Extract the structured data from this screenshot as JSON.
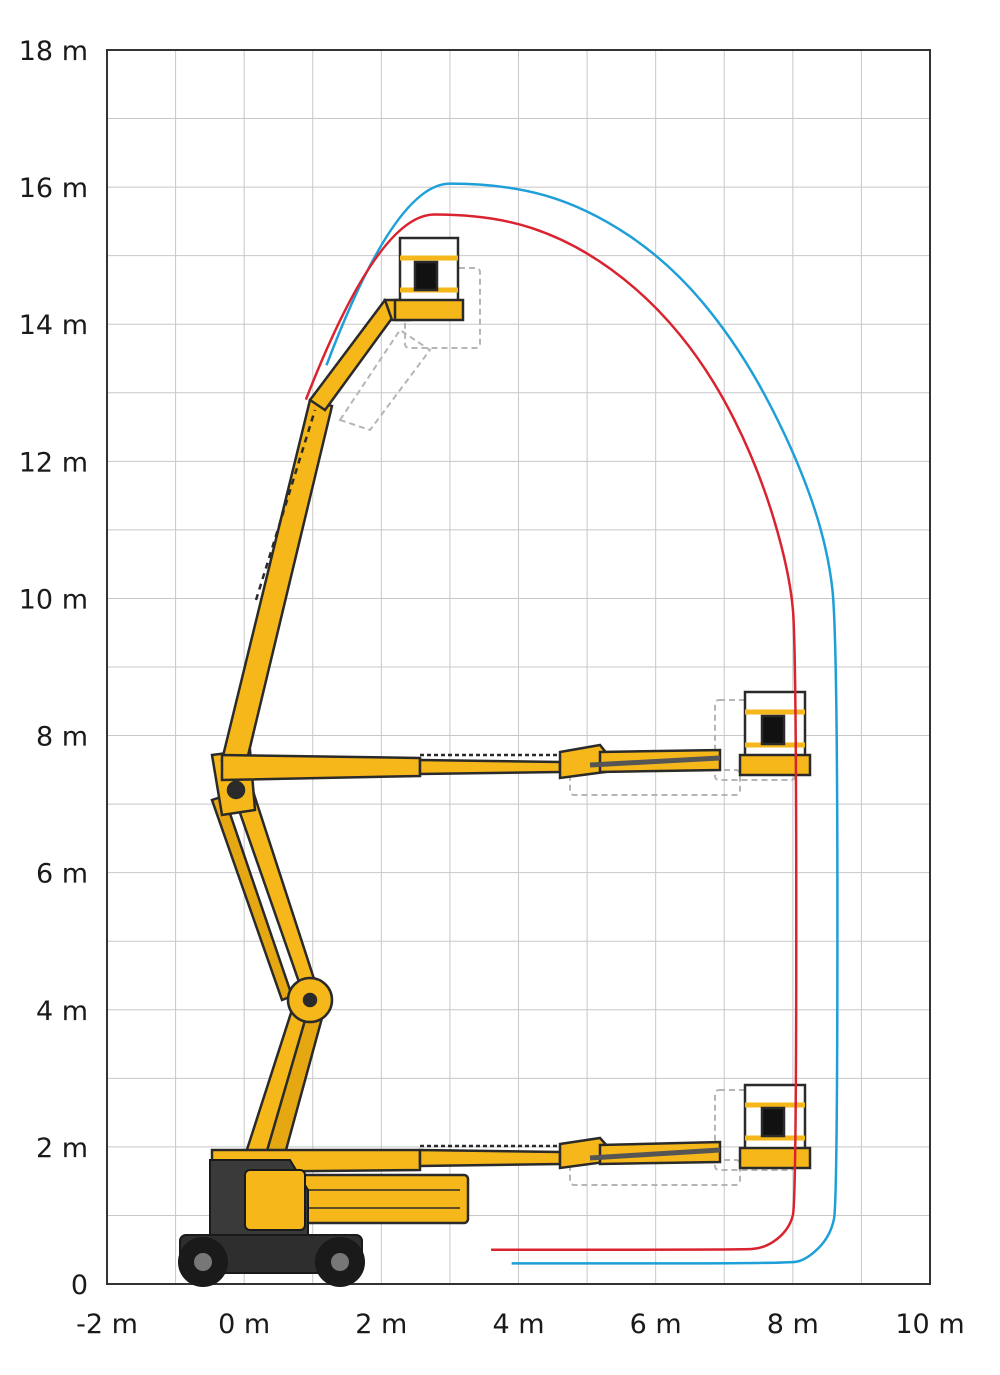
{
  "chart_data": {
    "type": "line",
    "title": "",
    "xlabel": "",
    "ylabel": "",
    "x_ticks": [
      "-2 m",
      "0 m",
      "2 m",
      "4 m",
      "6 m",
      "8 m",
      "10 m"
    ],
    "y_ticks": [
      "0",
      "2 m",
      "4 m",
      "6 m",
      "8 m",
      "10 m",
      "12 m",
      "14 m",
      "16 m",
      "18 m"
    ],
    "xlim": [
      -2,
      10
    ],
    "ylim": [
      0,
      18
    ],
    "grid": true,
    "series": [
      {
        "color": "#1e9fd8",
        "points": [
          [
            1.2,
            13.4
          ],
          [
            2.2,
            16.05
          ],
          [
            3.8,
            16.05
          ],
          [
            5.0,
            15.7
          ],
          [
            6.2,
            14.9
          ],
          [
            7.2,
            13.7
          ],
          [
            8.0,
            12.2
          ],
          [
            8.5,
            10.8
          ],
          [
            8.65,
            9.5
          ],
          [
            8.65,
            1.2
          ],
          [
            8.55,
            0.7
          ],
          [
            8.2,
            0.35
          ],
          [
            7.9,
            0.3
          ],
          [
            3.9,
            0.3
          ]
        ]
      },
      {
        "color": "#d9232e",
        "points": [
          [
            0.9,
            12.9
          ],
          [
            1.95,
            15.6
          ],
          [
            3.6,
            15.6
          ],
          [
            4.8,
            15.2
          ],
          [
            5.9,
            14.4
          ],
          [
            6.8,
            13.3
          ],
          [
            7.5,
            11.9
          ],
          [
            7.95,
            10.4
          ],
          [
            8.05,
            9.3
          ],
          [
            8.05,
            1.2
          ],
          [
            7.95,
            0.8
          ],
          [
            7.6,
            0.52
          ],
          [
            7.2,
            0.5
          ],
          [
            3.6,
            0.5
          ]
        ]
      }
    ]
  },
  "machine": {
    "colors": {
      "boom": "#f5b71a",
      "boom_outline": "#2a2a2a",
      "chassis": "#2e2e2e",
      "platform_rail": "#f5b71a",
      "ghost": "#b0b0b0"
    }
  }
}
